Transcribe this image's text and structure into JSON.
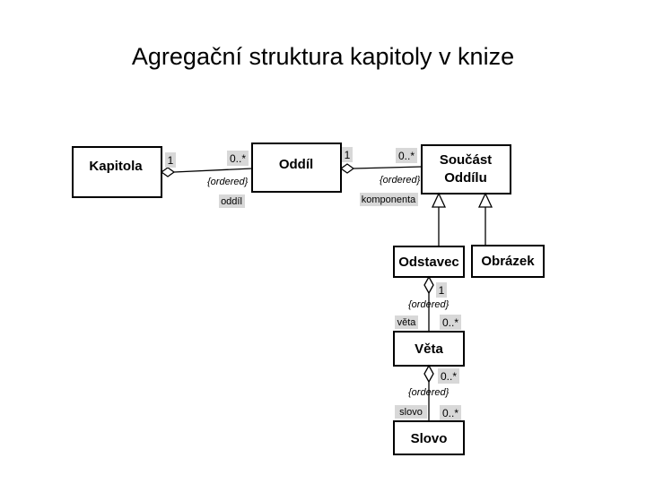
{
  "title": "Agregační struktura kapitoly v knize",
  "classes": {
    "kapitola": "Kapitola",
    "oddil": "Oddíl",
    "soucast_line1": "Součást",
    "soucast_line2": "Oddílu",
    "odstavec": "Odstavec",
    "obrazek": "Obrázek",
    "veta": "Věta",
    "slovo": "Slovo"
  },
  "associations": {
    "kapitola_oddil": {
      "whole_multiplicity": "1",
      "part_multiplicity": "0..*",
      "constraint": "{ordered}",
      "role": "oddíl"
    },
    "oddil_soucast": {
      "whole_multiplicity": "1",
      "part_multiplicity": "0..*",
      "constraint": "{ordered}",
      "role": "komponenta"
    },
    "odstavec_veta": {
      "whole_multiplicity": "1",
      "part_multiplicity": "0..*",
      "constraint": "{ordered}",
      "role": "věta"
    },
    "veta_slovo": {
      "whole_multiplicity": "0..*",
      "part_multiplicity": "0..*",
      "constraint": "{ordered}",
      "role": "slovo"
    }
  }
}
